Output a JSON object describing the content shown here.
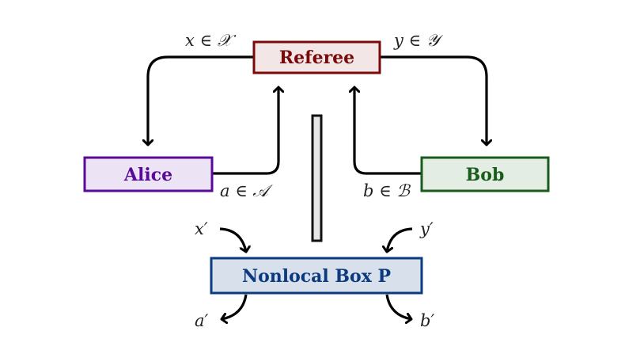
{
  "diagram": {
    "nodes": {
      "referee": {
        "label": "Referee",
        "stroke": "#7a0a0a",
        "fill": "#f3e6e6",
        "text": "#7a0a0a"
      },
      "alice": {
        "label": "Alice",
        "stroke": "#5a0a9a",
        "fill": "#ece4f5",
        "text": "#5a0a9a"
      },
      "bob": {
        "label": "Bob",
        "stroke": "#1a5c1a",
        "fill": "#e4ede4",
        "text": "#1a5c1a"
      },
      "box": {
        "label": "Nonlocal Box P",
        "stroke": "#0c3a80",
        "fill": "#d8e0ec",
        "text": "#0c3a80"
      },
      "barrier": {
        "stroke": "#111111",
        "fill": "#e6e6e6"
      }
    },
    "edge_labels": {
      "x_in_X": "x ∈ 𝒳",
      "y_in_Y": "y ∈ 𝒴",
      "a_in_A": "a ∈ 𝒜",
      "b_in_B": "b ∈ ℬ",
      "x_prime": "x′",
      "y_prime": "y′",
      "a_prime": "a′",
      "b_prime": "b′"
    },
    "edges": [
      {
        "from": "referee",
        "to": "alice",
        "label": "x_in_X"
      },
      {
        "from": "referee",
        "to": "bob",
        "label": "y_in_Y"
      },
      {
        "from": "alice",
        "to": "referee",
        "label": "a_in_A"
      },
      {
        "from": "bob",
        "to": "referee",
        "label": "b_in_B"
      },
      {
        "from": "x_prime",
        "to": "box"
      },
      {
        "from": "y_prime",
        "to": "box"
      },
      {
        "from": "box",
        "to": "a_prime"
      },
      {
        "from": "box",
        "to": "b_prime"
      }
    ]
  }
}
